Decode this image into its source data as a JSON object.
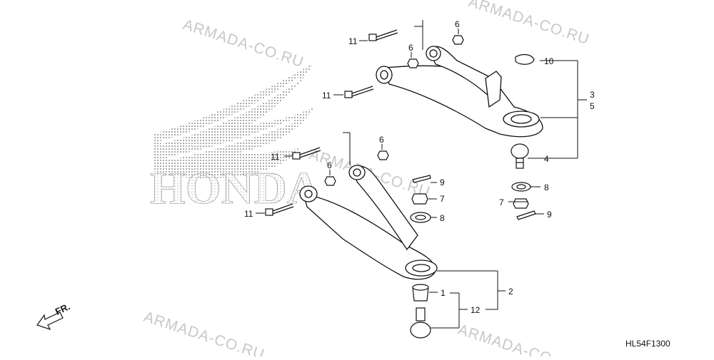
{
  "watermark": "ARMADA-CO.RU",
  "logo_text": "HONDA",
  "direction_label": "FR.",
  "diagram_code": "HL54F1300",
  "callouts": {
    "c11a": "11",
    "c6a": "6",
    "c6b": "6",
    "c10": "10",
    "c11b": "11",
    "c3": "3",
    "c5": "5",
    "c4": "4",
    "c6c": "6",
    "c11c": "11",
    "c6d": "6",
    "c9a": "9",
    "c7a": "7",
    "c8a": "8",
    "c8b": "8",
    "c7b": "7",
    "c9b": "9",
    "c11d": "11",
    "c2": "2",
    "c1": "1",
    "c12": "12"
  }
}
